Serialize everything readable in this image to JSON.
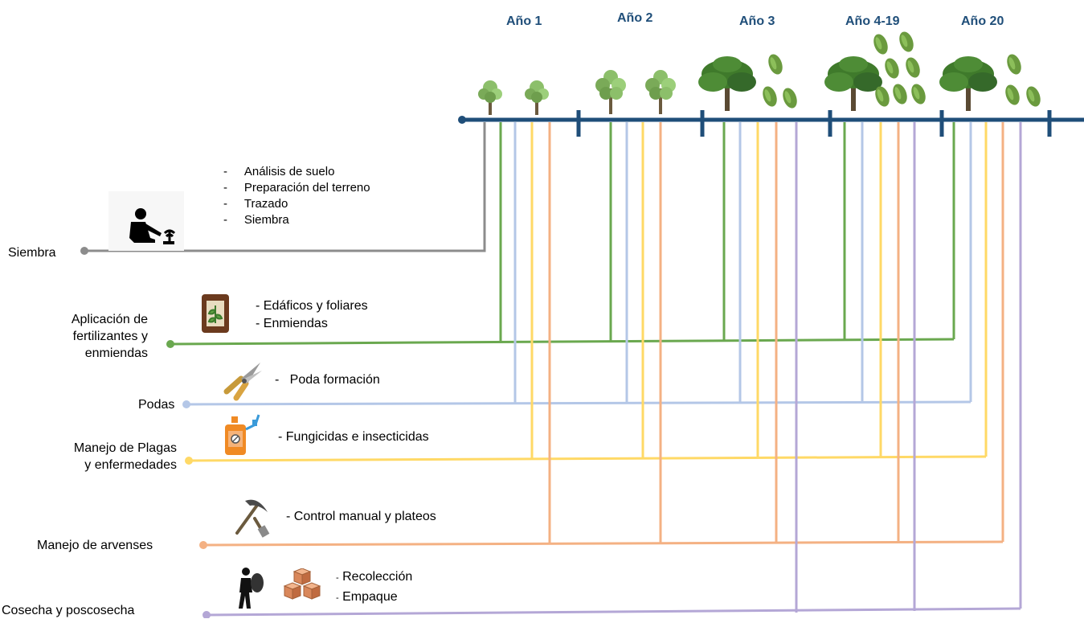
{
  "years": [
    "Año 1",
    "Año 2",
    "Año 3",
    "Año 4-19",
    "Año 20"
  ],
  "categories": {
    "siembra": {
      "label": "Siembra",
      "color": "#8c8c8c",
      "items": [
        "Análisis de suelo",
        "Preparación del terreno",
        "Trazado",
        "Siembra"
      ],
      "icon": "planting-person-icon"
    },
    "fertilizantes": {
      "label_lines": [
        "Aplicación de",
        "fertilizantes y",
        "enmiendas"
      ],
      "color": "#6aa84f",
      "items": [
        "- Edáficos y foliares",
        "- Enmiendas"
      ],
      "icon": "fertilizer-bag-icon"
    },
    "podas": {
      "label": "Podas",
      "color": "#b4c7e7",
      "items": [
        "Poda formación"
      ],
      "icon": "pruning-shears-icon"
    },
    "plagas": {
      "label_lines": [
        "Manejo de Plagas",
        "y enfermedades"
      ],
      "color": "#ffd966",
      "items": [
        "- Fungicidas e insecticidas"
      ],
      "icon": "sprayer-icon"
    },
    "arvenses": {
      "label": "Manejo de arvenses",
      "color": "#f4b183",
      "items": [
        "- Control manual y plateos"
      ],
      "icon": "pickaxe-icon"
    },
    "cosecha": {
      "label": "Cosecha y poscosecha",
      "color": "#b4a7d6",
      "items": [
        "Recolección",
        "Empaque"
      ],
      "icon": "harvester-icon"
    }
  },
  "timeline_color": "#1f4e79",
  "bullet_dash": "-"
}
